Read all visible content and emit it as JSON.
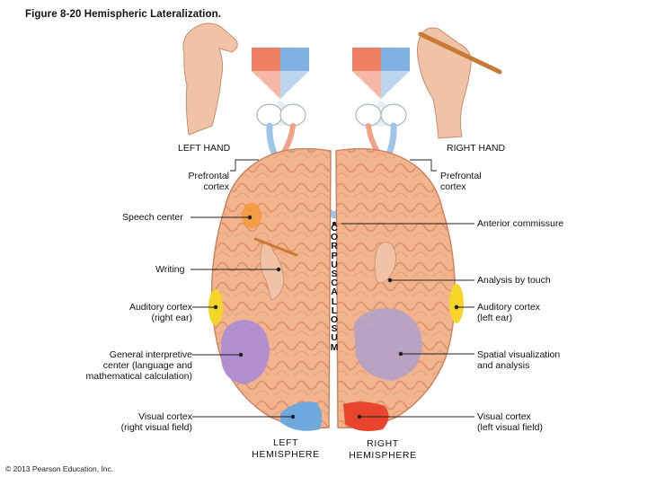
{
  "title": "Figure 8-20  Hemispheric Lateralization.",
  "hands": {
    "left": "LEFT HAND",
    "right": "RIGHT HAND"
  },
  "labels_left": {
    "prefrontal": [
      "Prefrontal",
      "cortex"
    ],
    "speech": "Speech center",
    "writing": "Writing",
    "auditory": [
      "Auditory cortex",
      "(right ear)"
    ],
    "interpretive": [
      "General interpretive",
      "center (language and",
      "mathematical calculation)"
    ],
    "visual": [
      "Visual cortex",
      "(right visual field)"
    ]
  },
  "labels_right": {
    "prefrontal": [
      "Prefrontal",
      "cortex"
    ],
    "anterior": "Anterior commissure",
    "touch": "Analysis by touch",
    "auditory": [
      "Auditory cortex",
      "(left ear)"
    ],
    "spatial": [
      "Spatial visualization",
      "and analysis"
    ],
    "visual": [
      "Visual cortex",
      "(left visual field)"
    ]
  },
  "corpus_callosum": [
    "C",
    "O",
    "R",
    "P",
    "U",
    "S",
    "C",
    "A",
    "L",
    "L",
    "O",
    "S",
    "U",
    "M"
  ],
  "hemispheres": {
    "left": [
      "LEFT",
      "HEMISPHERE"
    ],
    "right": [
      "RIGHT",
      "HEMISPHERE"
    ]
  },
  "copyright": "© 2013 Pearson Education, Inc.",
  "colors": {
    "brain": "#f2b48c",
    "visual_field_left": "#ef7f62",
    "visual_field_right": "#7fb2e3",
    "speech": "#f39a3c",
    "auditory": "#f5d628",
    "interpretive": "#a98ad8",
    "visual_cortex_left": "#6fa8dc",
    "visual_cortex_right": "#e8452c"
  }
}
